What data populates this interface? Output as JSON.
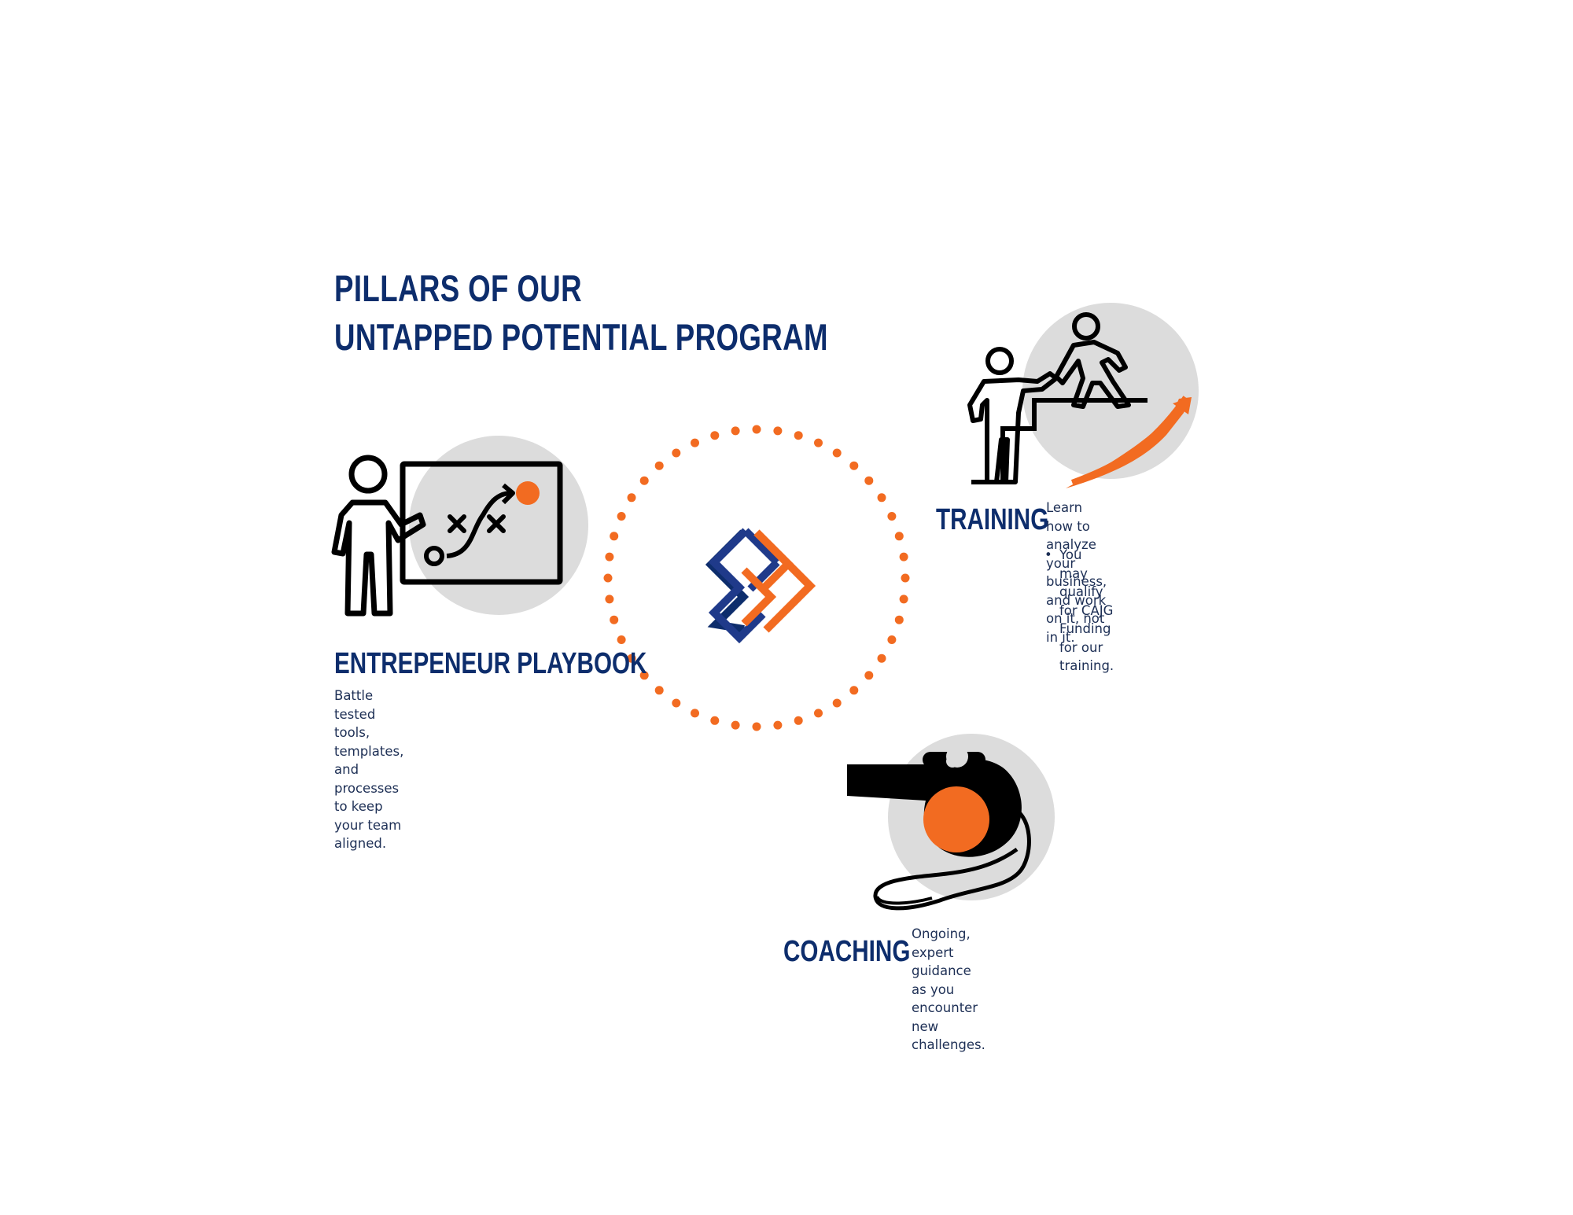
{
  "title": {
    "line1": "PILLARS OF OUR",
    "line2": "UNTAPPED POTENTIAL PROGRAM"
  },
  "colors": {
    "navy": "#0d2d6c",
    "orange": "#f26b21",
    "grey_circle": "#dcdcdc",
    "icon_stroke": "#000000"
  },
  "center": {
    "logo_icon": "chevron-logo-icon",
    "ring_icon": "dotted-ring"
  },
  "pillars": {
    "playbook": {
      "icon": "presenter-whiteboard-icon",
      "heading": "ENTREPENEUR PLAYBOOK",
      "desc_line1": "Battle tested tools, templates, and",
      "desc_line2": "processes to keep your team aligned."
    },
    "training": {
      "icon": "climbing-steps-helping-hand-icon",
      "heading": "TRAINING",
      "desc_line1": "Learn how to analyze your business,",
      "desc_line2": "and work on it, not in it.",
      "bullet_line1": "You may qualify for CAJG",
      "bullet_line2": "Funding for our training."
    },
    "coaching": {
      "icon": "whistle-icon",
      "heading": "COACHING",
      "desc_line1": "Ongoing, expert guidance as you",
      "desc_line2": "encounter new challenges."
    }
  }
}
